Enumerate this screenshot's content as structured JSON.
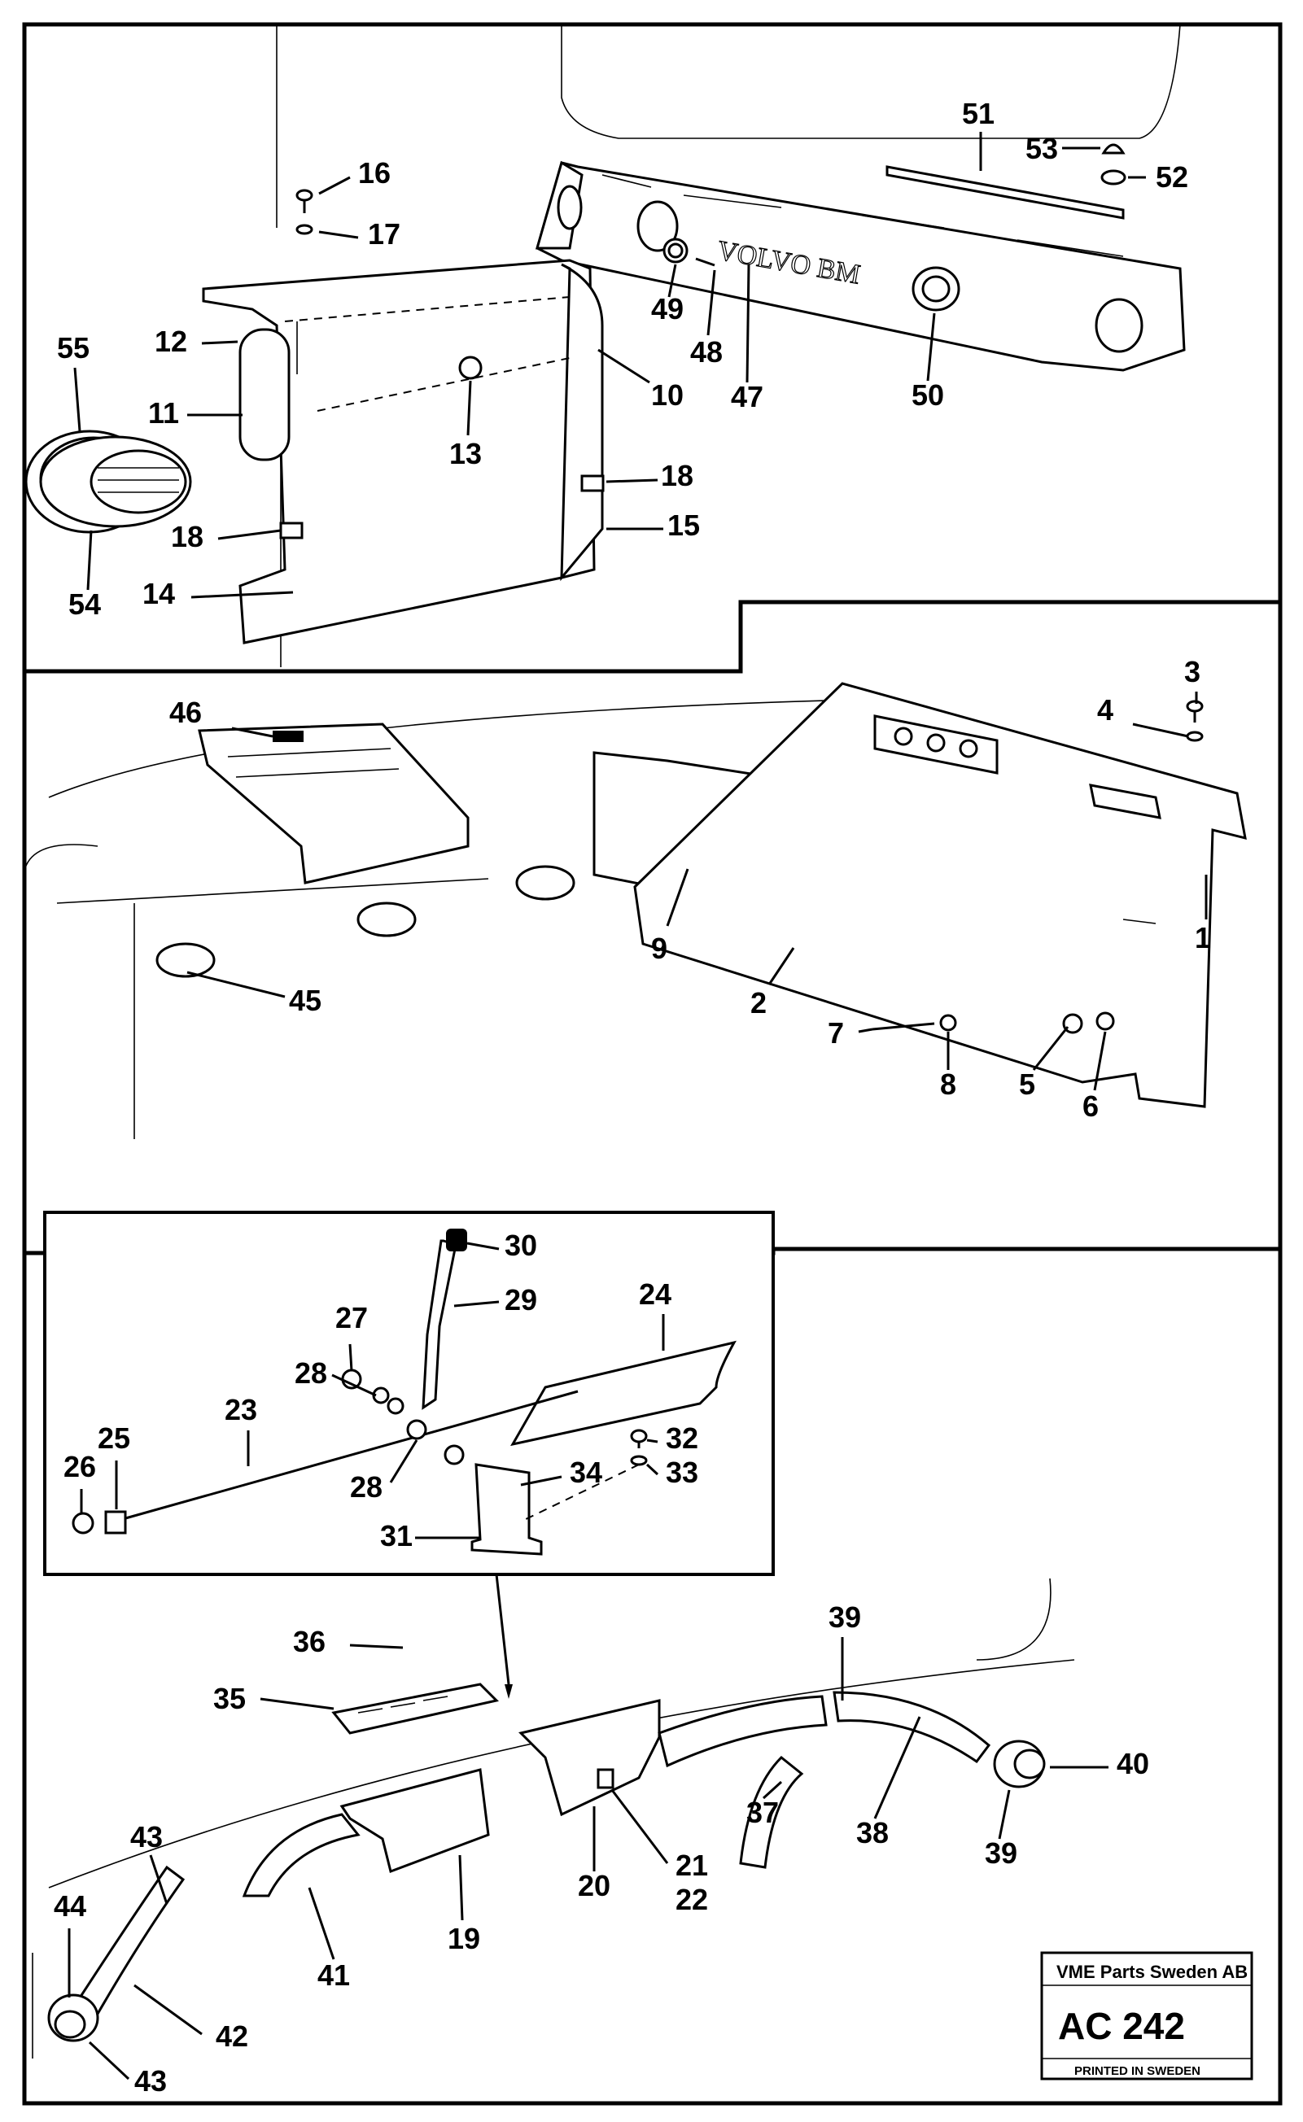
{
  "title_block": {
    "company": "VME Parts Sweden AB",
    "code": "AC 242",
    "printed": "PRINTED IN SWEDEN"
  },
  "dashboard_lettering": "VOLVO BM",
  "callouts": [
    {
      "id": "c51",
      "label": "51"
    },
    {
      "id": "c53",
      "label": "53"
    },
    {
      "id": "c52",
      "label": "52"
    },
    {
      "id": "c16",
      "label": "16"
    },
    {
      "id": "c17",
      "label": "17"
    },
    {
      "id": "c12",
      "label": "12"
    },
    {
      "id": "c55",
      "label": "55"
    },
    {
      "id": "c11",
      "label": "11"
    },
    {
      "id": "c49",
      "label": "49"
    },
    {
      "id": "c48",
      "label": "48"
    },
    {
      "id": "c47",
      "label": "47"
    },
    {
      "id": "c50",
      "label": "50"
    },
    {
      "id": "c10",
      "label": "10"
    },
    {
      "id": "c13",
      "label": "13"
    },
    {
      "id": "c18a",
      "label": "18"
    },
    {
      "id": "c18b",
      "label": "18"
    },
    {
      "id": "c15",
      "label": "15"
    },
    {
      "id": "c54",
      "label": "54"
    },
    {
      "id": "c14",
      "label": "14"
    },
    {
      "id": "c46",
      "label": "46"
    },
    {
      "id": "c3",
      "label": "3"
    },
    {
      "id": "c4",
      "label": "4"
    },
    {
      "id": "c1",
      "label": "1"
    },
    {
      "id": "c9",
      "label": "9"
    },
    {
      "id": "c2",
      "label": "2"
    },
    {
      "id": "c45",
      "label": "45"
    },
    {
      "id": "c7",
      "label": "7"
    },
    {
      "id": "c8",
      "label": "8"
    },
    {
      "id": "c5",
      "label": "5"
    },
    {
      "id": "c6",
      "label": "6"
    },
    {
      "id": "c30",
      "label": "30"
    },
    {
      "id": "c29",
      "label": "29"
    },
    {
      "id": "c24",
      "label": "24"
    },
    {
      "id": "c27",
      "label": "27"
    },
    {
      "id": "c28a",
      "label": "28"
    },
    {
      "id": "c23",
      "label": "23"
    },
    {
      "id": "c25",
      "label": "25"
    },
    {
      "id": "c26",
      "label": "26"
    },
    {
      "id": "c28b",
      "label": "28"
    },
    {
      "id": "c32",
      "label": "32"
    },
    {
      "id": "c33",
      "label": "33"
    },
    {
      "id": "c34",
      "label": "34"
    },
    {
      "id": "c31",
      "label": "31"
    },
    {
      "id": "c39a",
      "label": "39"
    },
    {
      "id": "c36",
      "label": "36"
    },
    {
      "id": "c35",
      "label": "35"
    },
    {
      "id": "c40",
      "label": "40"
    },
    {
      "id": "c37",
      "label": "37"
    },
    {
      "id": "c38",
      "label": "38"
    },
    {
      "id": "c39b",
      "label": "39"
    },
    {
      "id": "c20",
      "label": "20"
    },
    {
      "id": "c21",
      "label": "21"
    },
    {
      "id": "c22",
      "label": "22"
    },
    {
      "id": "c43a",
      "label": "43"
    },
    {
      "id": "c19",
      "label": "19"
    },
    {
      "id": "c44",
      "label": "44"
    },
    {
      "id": "c41",
      "label": "41"
    },
    {
      "id": "c42",
      "label": "42"
    },
    {
      "id": "c43b",
      "label": "43"
    }
  ]
}
